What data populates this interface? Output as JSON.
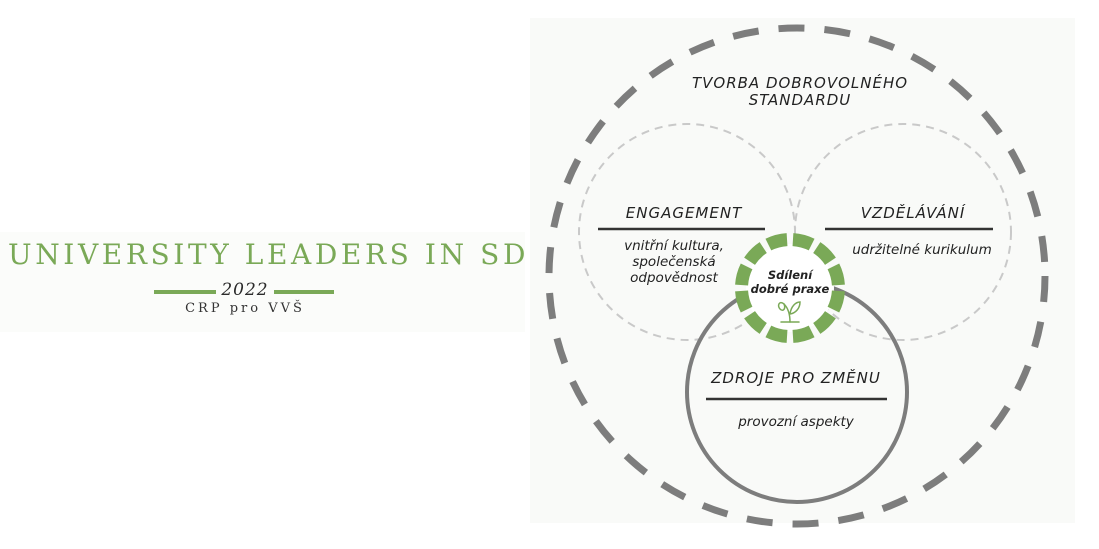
{
  "header": {
    "title": "UNIVERSITY LEADERS IN SDGs",
    "year": "2022",
    "subtitle": "CRP pro VVŠ"
  },
  "diagram": {
    "outer_label_line1": "TVORBA DOBROVOLNÉHO",
    "outer_label_line2": "STANDARDU",
    "engagement": {
      "title": "ENGAGEMENT",
      "line1": "vnitřní kultura,",
      "line2": "společenská",
      "line3": "odpovědnost"
    },
    "education": {
      "title": "VZDĚLÁVÁNÍ",
      "line1": "udržitelné kurikulum"
    },
    "resources": {
      "title": "ZDROJE PRO ZMĚNU",
      "line1": "provozní aspekty"
    },
    "center": {
      "line1": "Sdílení",
      "line2": "dobré praxe",
      "icon": "sprout-icon"
    },
    "colors": {
      "green": "#7aa957",
      "gray": "#7d7d7d",
      "light_gray": "#c9c9c9"
    }
  }
}
